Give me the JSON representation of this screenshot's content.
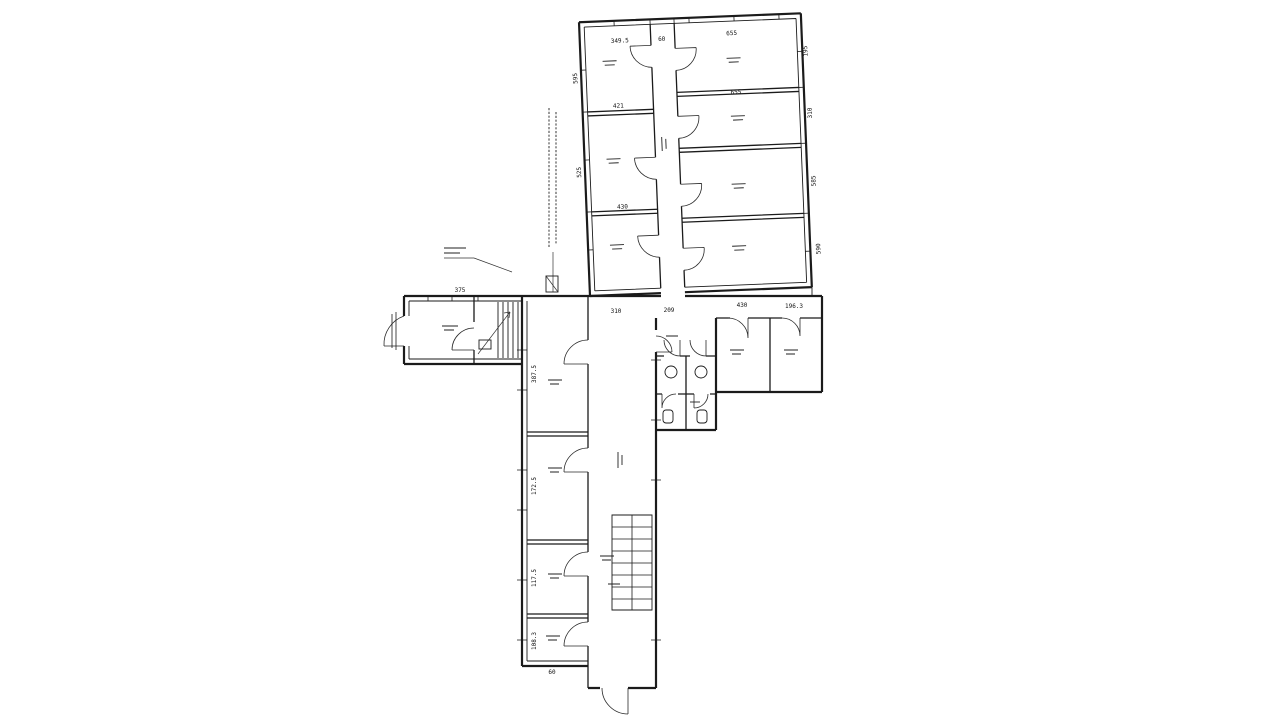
{
  "drawing": {
    "type": "architectural-floor-plan",
    "background": "#ffffff",
    "line_color": "#1b1b1b"
  },
  "dims": {
    "top_w1": "349.5",
    "top_w2": "60",
    "top_w3": "655",
    "left_w1": "421",
    "right_w1": "655",
    "left_w2": "430",
    "side_r1": "195",
    "side_r2": "310",
    "side_r3": "585",
    "side_r4": "590",
    "side_l1": "595",
    "side_l2": "525",
    "band_1": "310",
    "band_2": "209",
    "band_3": "430",
    "band_4": "196.3",
    "wing_top": "375",
    "wing_v1": "387.5",
    "wing_v2": "172.5",
    "wing_v3": "117.5",
    "wing_v4": "108.3",
    "wing_v5": "60"
  }
}
